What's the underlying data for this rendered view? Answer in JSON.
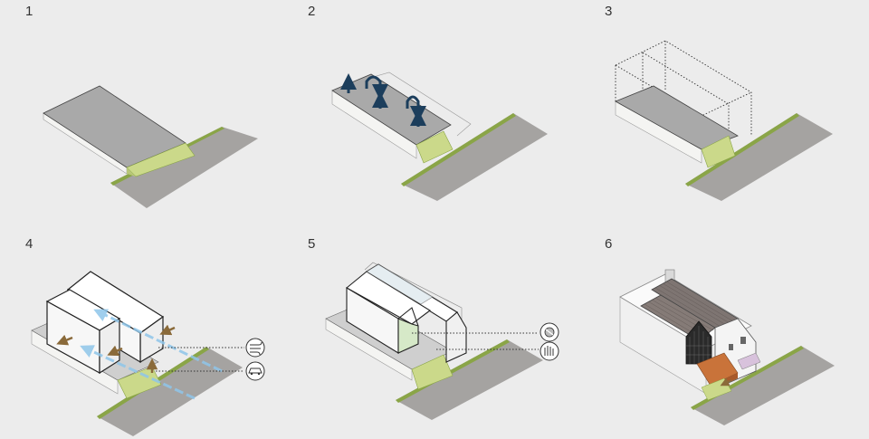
{
  "steps": [
    {
      "number": "1"
    },
    {
      "number": "2"
    },
    {
      "number": "3"
    },
    {
      "number": "4"
    },
    {
      "number": "5"
    },
    {
      "number": "6"
    }
  ],
  "colors": {
    "background": "#ececec",
    "road": "#a5a3a1",
    "grass": "#cbd98a",
    "grass_edge": "#8aa547",
    "site_top": "#a9a9a9",
    "slab_side": "#f4f4f2",
    "arrow_blue": "#1c3e5c",
    "wind_blue": "#8fc6ea",
    "sun_arrow": "#8a6a3a",
    "roof_tile": "#7e7572",
    "facade_green": "#d6e9c8",
    "terrace_orange": "#c9733a",
    "window_dark": "#2a2a2a"
  },
  "icons": [
    "wind-icon",
    "car-icon",
    "view-icon",
    "tree-icon"
  ]
}
